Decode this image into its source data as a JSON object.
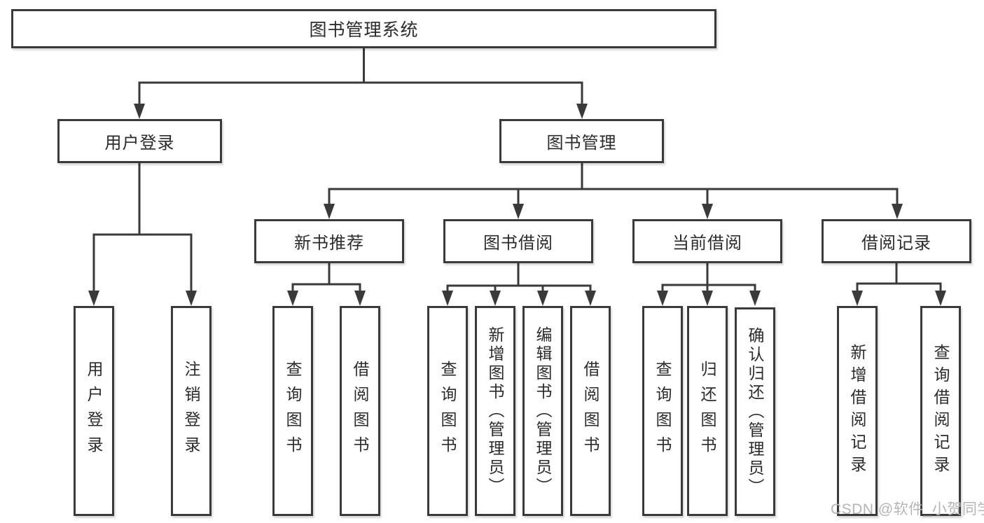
{
  "diagram_title": "图书管理系统",
  "tree": {
    "label": "图书管理系统",
    "children": [
      {
        "label": "用户登录",
        "children": [
          {
            "label": "用户登录"
          },
          {
            "label": "注销登录"
          }
        ]
      },
      {
        "label": "图书管理",
        "children": [
          {
            "label": "新书推荐",
            "children": [
              {
                "label": "查询图书"
              },
              {
                "label": "借阅图书"
              }
            ]
          },
          {
            "label": "图书借阅",
            "children": [
              {
                "label": "查询图书"
              },
              {
                "label": "新增图书（管理员）"
              },
              {
                "label": "编辑图书（管理员）"
              },
              {
                "label": "借阅图书"
              }
            ]
          },
          {
            "label": "当前借阅",
            "children": [
              {
                "label": "查询图书"
              },
              {
                "label": "归还图书"
              },
              {
                "label": "确认归还（管理员）"
              }
            ]
          },
          {
            "label": "借阅记录",
            "children": [
              {
                "label": "新增借阅记录"
              },
              {
                "label": "查询借阅记录"
              }
            ]
          }
        ]
      }
    ]
  },
  "watermark": {
    "text": "CSDN @软件_小贺同学"
  },
  "colors": {
    "line": "#3a3a3a",
    "box_border": "#3a3a3a",
    "box_fill": "#ffffff",
    "text": "#2b2b2b",
    "watermark": "#b5b5b5",
    "background": "#ffffff"
  }
}
